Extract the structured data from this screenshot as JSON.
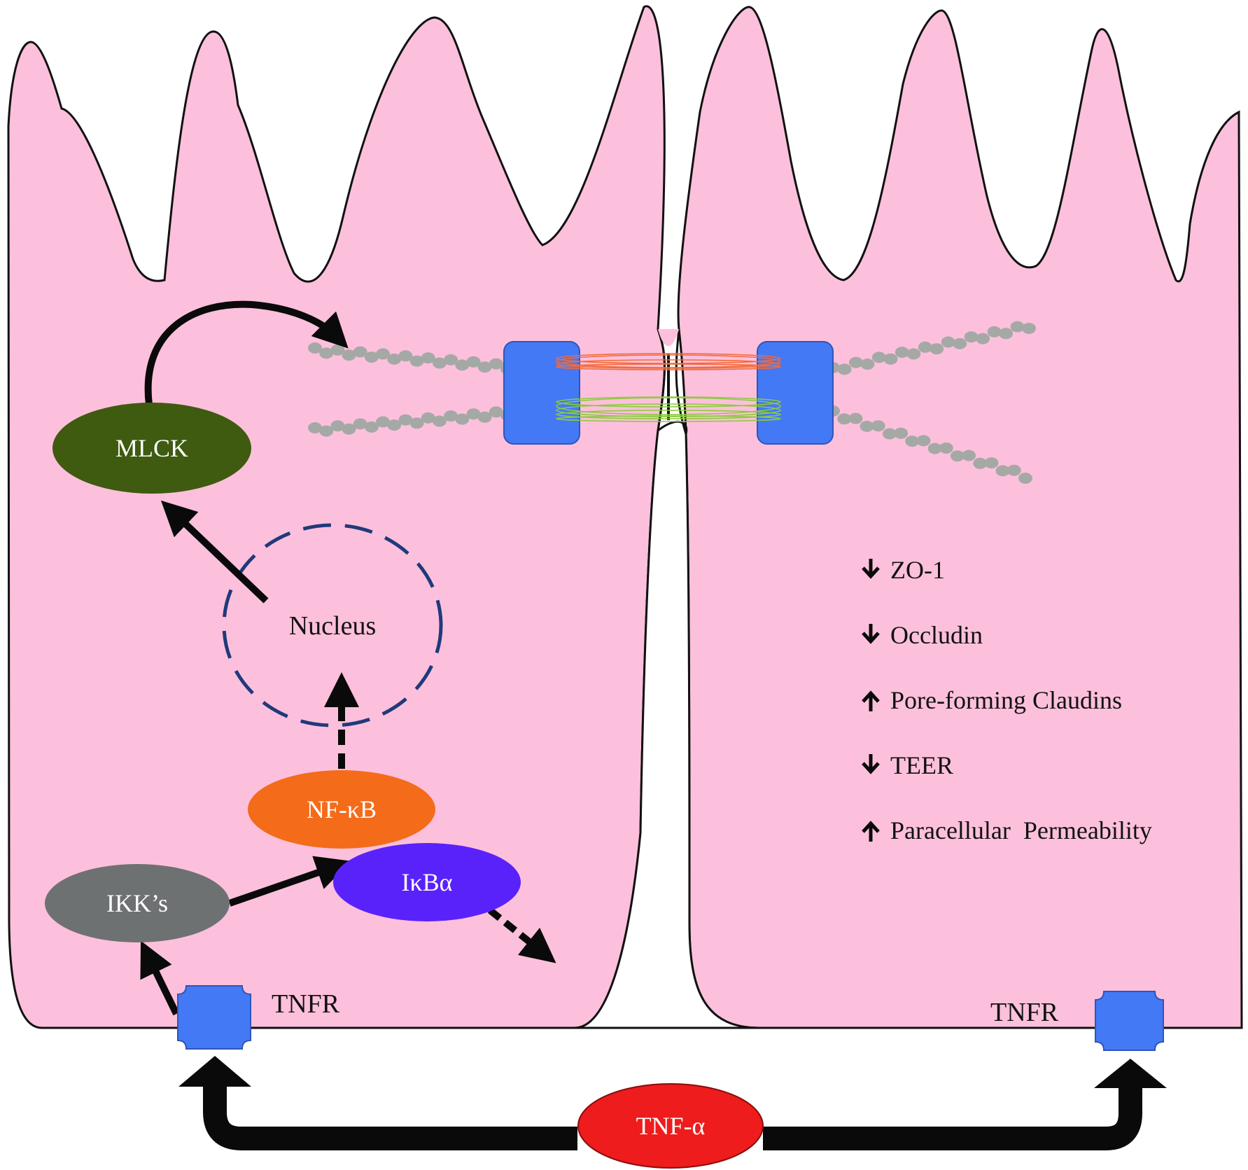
{
  "colors": {
    "cell_fill": "#FDC0DC",
    "cell_stroke": "#111111",
    "tight_junction_box": "#4479F5",
    "actin_bead": "#A5A9A6",
    "claudin_orange": "#F26A3A",
    "claudin_green": "#8CCB3C",
    "nucleus_ring": "#1F3A7A",
    "mlck": "#3E5B10",
    "ikk": "#6E7172",
    "nfkb": "#F46B1A",
    "ikba": "#5A22FA",
    "tnfa": "#EE1C1C",
    "arrow": "#0A0A0A"
  },
  "labels": {
    "mlck": "MLCK",
    "nucleus": "Nucleus",
    "nfkb": "NF-κB",
    "ikba": "IκBα",
    "ikk": "IKK’s",
    "tnfr_left": "TNFR",
    "tnfr_right": "TNFR",
    "tnfa": "TNF-α"
  },
  "effects": [
    {
      "direction": "down",
      "text": "ZO-1"
    },
    {
      "direction": "down",
      "text": "Occludin"
    },
    {
      "direction": "up",
      "text": "Pore-forming Claudins"
    },
    {
      "direction": "down",
      "text": "TEER"
    },
    {
      "direction": "up",
      "text": "Paracellular  Permeability"
    }
  ]
}
